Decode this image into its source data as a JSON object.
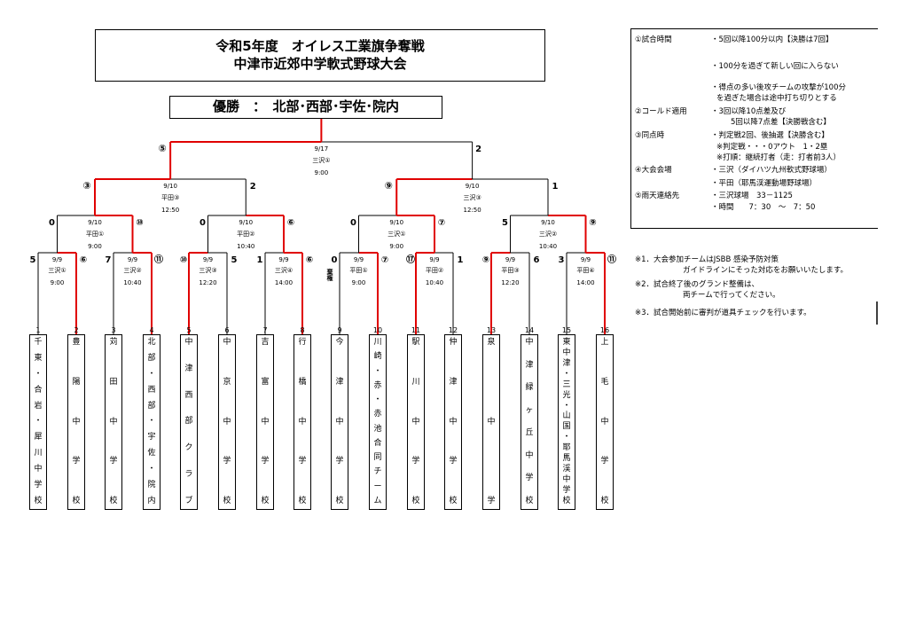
{
  "title": {
    "line1": "令和5年度　オイレス工業旗争奪戦",
    "line2": "中津市近郊中学軟式野球大会"
  },
  "winner": "優勝　：　北部･西部･宇佐･院内",
  "rules": [
    {
      "k": "①試合時間",
      "v": "・5回以降100分以内【決勝は7回】"
    },
    {
      "k": "",
      "v": "・100分を過ぎて新しい回に入らない"
    },
    {
      "k": "",
      "v": "・得点の多い後攻チームの攻撃が100分"
    },
    {
      "k": "",
      "v": "を過ぎた場合は途中打ち切りとする"
    },
    {
      "k": "②コールド適用",
      "v": "・3回以降10点差及び"
    },
    {
      "k": "",
      "v": "5回以降7点差【決勝戦含む】"
    },
    {
      "k": "③同点時",
      "v": "・判定戦2回、後抽選【決勝含む】"
    },
    {
      "k": "",
      "v": "※判定戦・・・0アウト　1・2塁"
    },
    {
      "k": "",
      "v": "※打順：継続打者（走：打者前3人）"
    },
    {
      "k": "④大会会場",
      "v": "・三沢（ダイハツ九州軟式野球場）"
    },
    {
      "k": "",
      "v": "・平田（耶馬渓運動場野球場）"
    },
    {
      "k": "⑤雨天連絡先",
      "v": "・三沢球場　33－1125"
    },
    {
      "k": "",
      "v": "・時間　　7：30　～　7：50"
    }
  ],
  "notes": [
    "※1．大会参加チームはJSBB 感染予防対策",
    "ガイドラインにそった対応をお願いいたします。",
    "※2．試合終了後のグランド整備は、",
    "両チームで行ってください。",
    "※3．試合開始前に審判が道具チェックを行います。"
  ],
  "teams": [
    {
      "n": "1",
      "chars": [
        "千",
        "東",
        "・",
        "合",
        "岩",
        "・",
        "犀",
        "川",
        "中",
        "学",
        "校"
      ]
    },
    {
      "n": "2",
      "chars": [
        "豊",
        "陽",
        "中",
        "学",
        "校"
      ]
    },
    {
      "n": "3",
      "chars": [
        "苅",
        "田",
        "中",
        "学",
        "校"
      ]
    },
    {
      "n": "4",
      "chars": [
        "北",
        "部",
        "・",
        "西",
        "部",
        "・",
        "宇",
        "佐",
        "・",
        "院",
        "内"
      ]
    },
    {
      "n": "5",
      "chars": [
        "中",
        "津",
        "西",
        "部",
        "ク",
        "ラ",
        "ブ"
      ]
    },
    {
      "n": "6",
      "chars": [
        "中",
        "京",
        "中",
        "学",
        "校"
      ]
    },
    {
      "n": "7",
      "chars": [
        "吉",
        "富",
        "中",
        "学",
        "校"
      ]
    },
    {
      "n": "8",
      "chars": [
        "行",
        "橋",
        "中",
        "学",
        "校"
      ]
    },
    {
      "n": "9",
      "chars": [
        "今",
        "津",
        "中",
        "学",
        "校"
      ]
    },
    {
      "n": "10",
      "chars": [
        "川",
        "崎",
        "・",
        "赤",
        "・",
        "赤",
        "池",
        "合",
        "同",
        "チ",
        "ー",
        "ム"
      ]
    },
    {
      "n": "11",
      "chars": [
        "駅",
        "川",
        "中",
        "学",
        "校"
      ]
    },
    {
      "n": "12",
      "chars": [
        "仲",
        "津",
        "中",
        "学",
        "校"
      ]
    },
    {
      "n": "13",
      "chars": [
        "泉",
        "中",
        "学"
      ]
    },
    {
      "n": "14",
      "chars": [
        "中",
        "津",
        "緑",
        "ヶ",
        "丘",
        "中",
        "学",
        "校"
      ]
    },
    {
      "n": "15",
      "chars": [
        "東",
        "中",
        "津",
        "・",
        "三",
        "光",
        "・",
        "山",
        "国",
        "・",
        "耶",
        "馬",
        "渓",
        "中",
        "学",
        "校"
      ]
    },
    {
      "n": "16",
      "chars": [
        "上",
        "毛",
        "中",
        "学",
        "校"
      ]
    }
  ],
  "r1": [
    {
      "date": "9/9",
      "venue": "三沢①",
      "time": "9:00",
      "ls": "5",
      "rs": "⑥"
    },
    {
      "date": "9/9",
      "venue": "三沢②",
      "time": "10:40",
      "ls": "7",
      "rs": "⑪"
    },
    {
      "date": "9/9",
      "venue": "三沢③",
      "time": "12:20",
      "ls": "⑩",
      "rs": "5"
    },
    {
      "date": "9/9",
      "venue": "三沢④",
      "time": "14:00",
      "ls": "1",
      "rs": "⑥"
    },
    {
      "date": "9/9",
      "venue": "平田①",
      "time": "9:00",
      "ls": "0",
      "rs": "⑦",
      "note": "棄権"
    },
    {
      "date": "9/9",
      "venue": "平田②",
      "time": "10:40",
      "ls": "⑰",
      "rs": "1"
    },
    {
      "date": "9/9",
      "venue": "平田③",
      "time": "12:20",
      "ls": "⑨",
      "rs": "6"
    },
    {
      "date": "9/9",
      "venue": "平田④",
      "time": "14:00",
      "ls": "3",
      "rs": "⑪"
    }
  ],
  "r2": [
    {
      "date": "9/10",
      "venue": "平田①",
      "time": "9:00",
      "ls": "0",
      "rs": "⑩"
    },
    {
      "date": "9/10",
      "venue": "平田②",
      "time": "10:40",
      "ls": "0",
      "rs": "⑥"
    },
    {
      "date": "9/10",
      "venue": "三沢①",
      "time": "9:00",
      "ls": "0",
      "rs": "⑦"
    },
    {
      "date": "9/10",
      "venue": "三沢②",
      "time": "10:40",
      "ls": "5",
      "rs": "⑨"
    }
  ],
  "r3": [
    {
      "date": "9/10",
      "venue": "平田③",
      "time": "12:50",
      "ls": "③",
      "rs": "2"
    },
    {
      "date": "9/10",
      "venue": "三沢③",
      "time": "12:50",
      "ls": "⑨",
      "rs": "1"
    }
  ],
  "final": {
    "date": "9/17",
    "venue": "三沢①",
    "time": "9:00",
    "ls": "⑤",
    "rs": "2"
  },
  "colors": {
    "win": "#e00000",
    "line": "#000000"
  }
}
